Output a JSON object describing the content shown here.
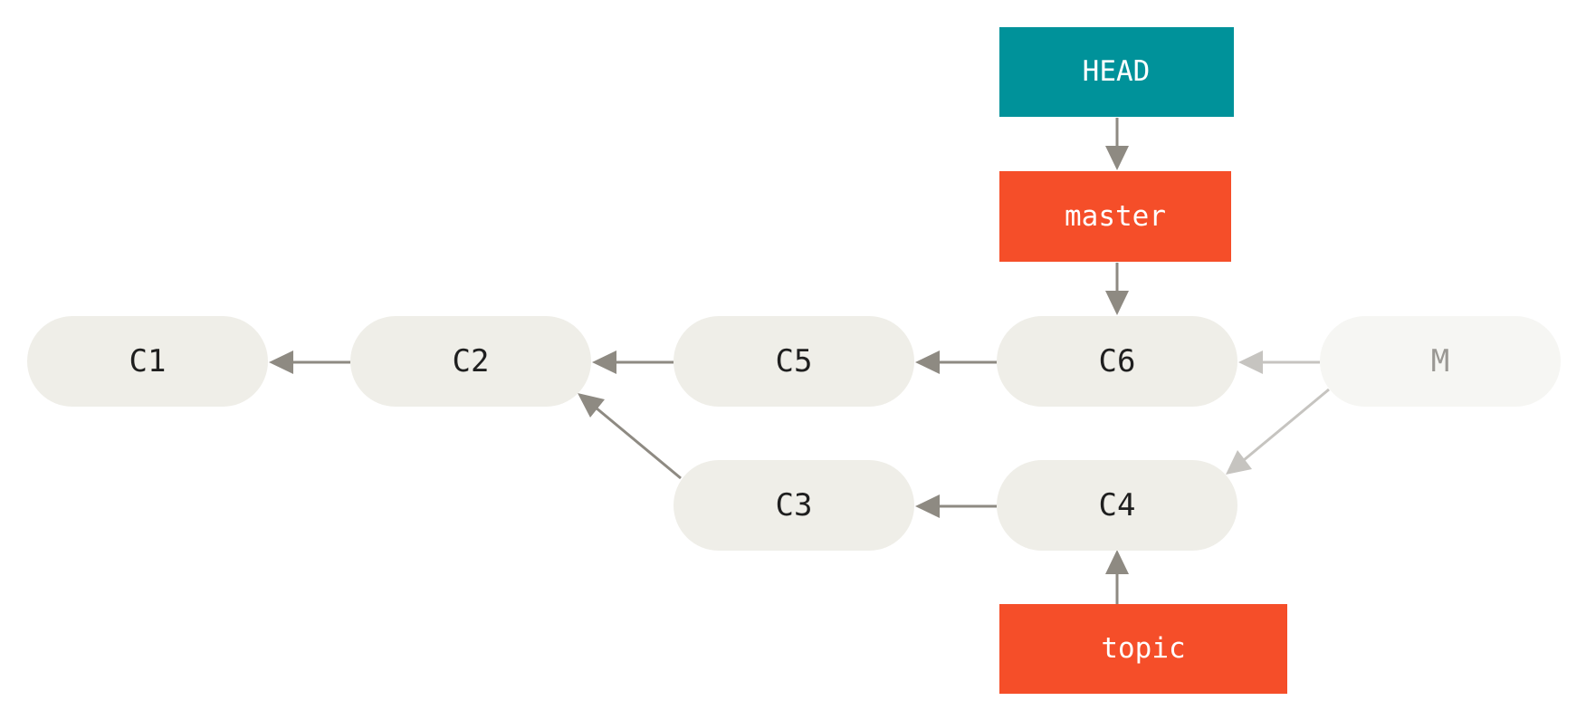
{
  "refs": {
    "head": "HEAD",
    "master": "master",
    "topic": "topic"
  },
  "commits": {
    "c1": "C1",
    "c2": "C2",
    "c3": "C3",
    "c4": "C4",
    "c5": "C5",
    "c6": "C6",
    "m": "M"
  },
  "colors": {
    "head": "#00929a",
    "branch": "#f54e29",
    "commit": "#efeee8",
    "commit_faded": "#f6f6f3",
    "arrow": "#8e8a82",
    "arrow_faded": "#c6c4c0",
    "text_dark": "#1f1f1f",
    "text_faded": "#9a9894",
    "text_light": "#ffffff"
  }
}
